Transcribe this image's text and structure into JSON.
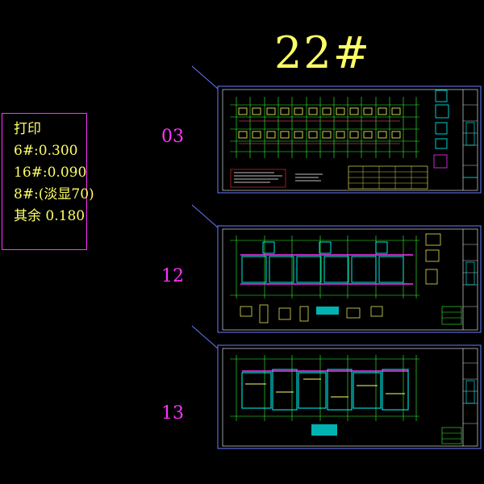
{
  "title": "22#",
  "print_settings": {
    "heading": "打印",
    "lines": [
      "6#:0.300",
      "16#:0.090",
      "8#:(淡显70)",
      "其余 0.180"
    ]
  },
  "sheets": [
    {
      "number": "03",
      "type": "foundation-plan"
    },
    {
      "number": "12",
      "type": "floor-structure-plan"
    },
    {
      "number": "13",
      "type": "floor-structure-plan"
    }
  ],
  "colors": {
    "background": "#000000",
    "title": "#ffff66",
    "sheet_number": "#ff33ff",
    "frame": "#6a7bff",
    "grid": "#33ff33",
    "structure": "#00ffff",
    "beam": "#ff33ff",
    "annotation": "#ffffff"
  }
}
